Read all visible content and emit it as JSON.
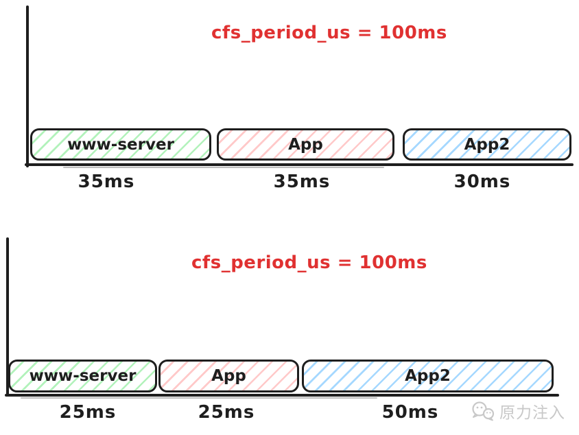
{
  "colors": {
    "stroke": "#1e1e1e",
    "title_red": "#e03131",
    "hatch_green": "#b2f2bb",
    "hatch_red": "#ffc9c9",
    "hatch_blue": "#a5d8ff",
    "watermark_gray": "#c8c8c8"
  },
  "watermark": {
    "icon": "wechat-icon",
    "text": "原力注入"
  },
  "chart_data": [
    {
      "type": "bar",
      "title": "cfs_period_us = 100ms",
      "orientation": "horizontal-timeline",
      "total_ms": 100,
      "axis": "L-shaped (left y-axis, bottom time axis), no ticks, no grid",
      "segments": [
        {
          "label": "www-server",
          "value_ms": 35,
          "value_label": "35ms",
          "hatch": "green"
        },
        {
          "label": "App",
          "value_ms": 35,
          "value_label": "35ms",
          "hatch": "red"
        },
        {
          "label": "App2",
          "value_ms": 30,
          "value_label": "30ms",
          "hatch": "blue"
        }
      ]
    },
    {
      "type": "bar",
      "title": "cfs_period_us = 100ms",
      "orientation": "horizontal-timeline",
      "total_ms": 100,
      "axis": "L-shaped (left y-axis, bottom time axis), no ticks, no grid",
      "segments": [
        {
          "label": "www-server",
          "value_ms": 25,
          "value_label": "25ms",
          "hatch": "green"
        },
        {
          "label": "App",
          "value_ms": 25,
          "value_label": "25ms",
          "hatch": "red"
        },
        {
          "label": "App2",
          "value_ms": 50,
          "value_label": "50ms",
          "hatch": "blue"
        }
      ]
    }
  ]
}
